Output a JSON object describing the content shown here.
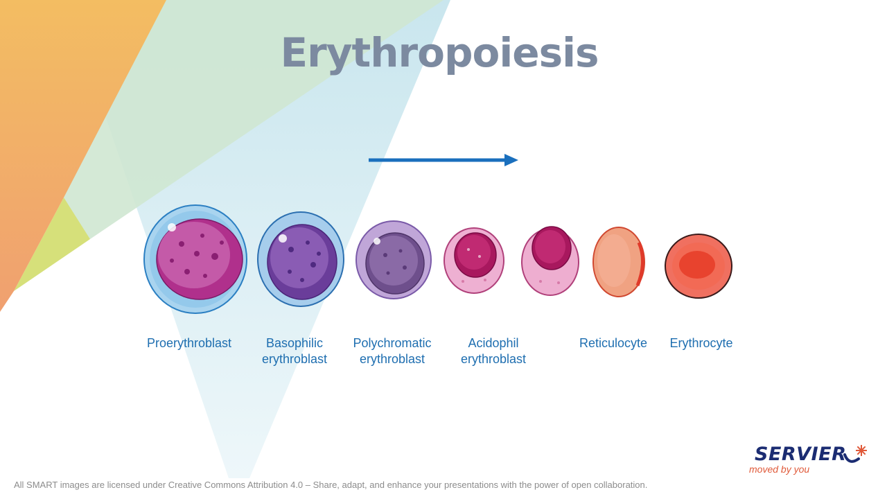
{
  "title": "Erythropoiesis",
  "cells": [
    {
      "label": "Proerythroblast",
      "icon": "proerythroblast-cell"
    },
    {
      "label": "Basophilic\nerythroblast",
      "icon": "basophilic-erythroblast-cell"
    },
    {
      "label": "Polychromatic\nerythroblast",
      "icon": "polychromatic-erythroblast-cell"
    },
    {
      "label": "Acidophil\nerythroblast",
      "icon": "acidophil-erythroblast-cell"
    },
    {
      "label": "Reticulocyte",
      "icon": "reticulocyte-cell"
    },
    {
      "label": "Erythrocyte",
      "icon": "erythrocyte-cell"
    }
  ],
  "arrow_color": "#1a6fbd",
  "footer": "All SMART images are licensed under Creative Commons Attribution 4.0 – Share, adapt, and enhance your presentations with the power of open collaboration.",
  "logo": {
    "name": "SERVIER",
    "tagline": "moved by you"
  }
}
